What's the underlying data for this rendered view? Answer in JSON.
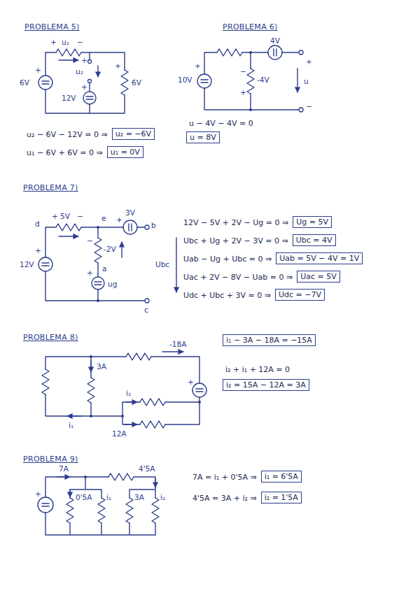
{
  "diagram": {
    "nodes": [
      {
        "text": [
          "u₂ = −6V"
        ]
      },
      {
        "text": [
          "u₁ = 0V"
        ]
      },
      {
        "text": [
          "u = 8V"
        ]
      },
      {
        "text": [
          "Ug = 5V"
        ]
      },
      {
        "text": [
          "Ubc = 4V"
        ]
      },
      {
        "text": [
          "Uab = 5V − 4V = 1V"
        ]
      },
      {
        "text": [
          "Uac = 5V"
        ]
      },
      {
        "text": [
          "Udc = −7V"
        ]
      },
      {
        "text": [
          "i₁ − 3A − 18A = −15A"
        ]
      },
      {
        "text": [
          "i₂ = 15A − 12A = 3A"
        ]
      },
      {
        "text": [
          "i₁ = 6'5A"
        ]
      },
      {
        "text": [
          "i₂ = 1'5A"
        ]
      }
    ],
    "labels": [
      "PROBLEMA 5)",
      "+",
      "u₁",
      "−",
      "6V",
      "+",
      "+",
      "u₂",
      "+",
      "12V",
      "+",
      "6V",
      "u₂ − 6V − 12V = 0 ⇒",
      "u₁ − 6V + 6V = 0 ⇒",
      "PROBLEMA 6)",
      "4V",
      "10V",
      "+",
      "−",
      "-4V",
      "+",
      "u",
      "+",
      "−",
      "u − 4V − 4V = 0",
      "PROBLEMA 7)",
      "d",
      "+",
      "5V",
      "−",
      "e",
      "3V",
      "+",
      "b",
      "−",
      "-2V",
      "+",
      "a",
      "ug",
      "12V",
      "+",
      "Ubc",
      "c",
      "12V − 5V + 2V − Ug = 0 ⇒",
      "Ubc + Ug + 2V − 3V = 0 ⇒",
      "Uab − Ug + Ubc = 0 ⇒",
      "Uac + 2V − 8V − Uab = 0 ⇒",
      "Udc + Ubc + 3V = 0 ⇒",
      "PROBLEMA 8)",
      "3A",
      "-18A",
      "i₂",
      "i₁",
      "12A",
      "+",
      "i₂ + i₁ + 12A = 0",
      "PROBLEMA 9)",
      "7A",
      "4'5A",
      "+",
      "0'5A",
      "i₁",
      "3A",
      "i₂",
      "7A = i₁ + 0'5A ⇒",
      "4'5A = 3A + i₂ ⇒"
    ]
  }
}
